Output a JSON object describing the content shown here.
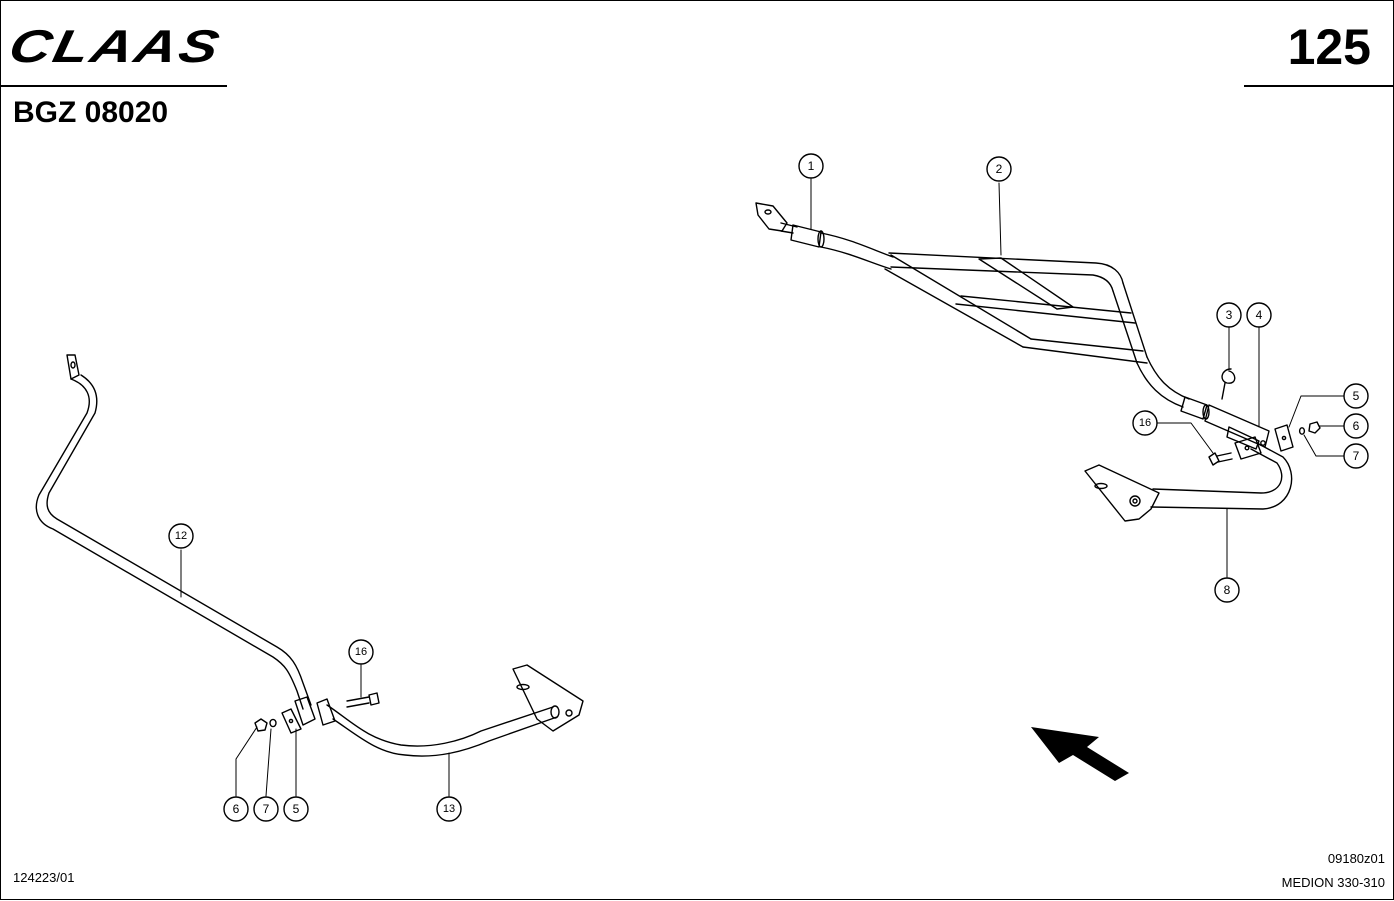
{
  "header": {
    "brand": "CLAAS",
    "page_number": "125",
    "document_code": "BGZ 08020"
  },
  "footer": {
    "left_code": "124223/01",
    "right_code": "09180z01",
    "model": "MEDION 330-310"
  },
  "callouts": {
    "c1": "1",
    "c2": "2",
    "c3": "3",
    "c4": "4",
    "c5_right": "5",
    "c6_right": "6",
    "c7_right": "7",
    "c8": "8",
    "c16_right": "16",
    "c12": "12",
    "c16_left": "16",
    "c6_left": "6",
    "c7_left": "7",
    "c5_left": "5",
    "c13": "13"
  },
  "icons": {
    "direction_arrow": "arrow-northwest-icon"
  }
}
